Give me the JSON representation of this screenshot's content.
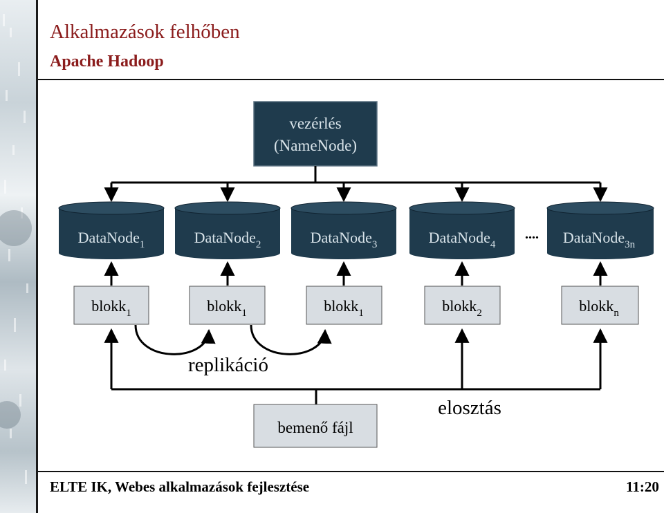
{
  "header": {
    "title": "Alkalmazások felhőben",
    "subtitle": "Apache Hadoop"
  },
  "footer": {
    "course": "ELTE IK, Webes alkalmazások fejlesztése",
    "page": "11:20"
  },
  "diagram": {
    "namenode": {
      "line1": "vezérlés",
      "line2": "(NameNode)"
    },
    "datanodes": [
      {
        "name": "DataNode",
        "index": "1"
      },
      {
        "name": "DataNode",
        "index": "2"
      },
      {
        "name": "DataNode",
        "index": "3"
      },
      {
        "name": "DataNode",
        "index": "4"
      },
      {
        "name": "DataNode",
        "index": "3n"
      }
    ],
    "ellipsis": "....",
    "blocks": [
      {
        "name": "blokk",
        "index": "1"
      },
      {
        "name": "blokk",
        "index": "1"
      },
      {
        "name": "blokk",
        "index": "1"
      },
      {
        "name": "blokk",
        "index": "2"
      },
      {
        "name": "blokk",
        "index": "n"
      }
    ],
    "replication_label": "replikáció",
    "input_file": "bemenő fájl",
    "distribution_label": "elosztás"
  },
  "colors": {
    "node_fill": "#1f3b4d",
    "node_text": "#d9e4ea",
    "block_fill": "#d8dde2",
    "title": "#8b1c1c"
  }
}
